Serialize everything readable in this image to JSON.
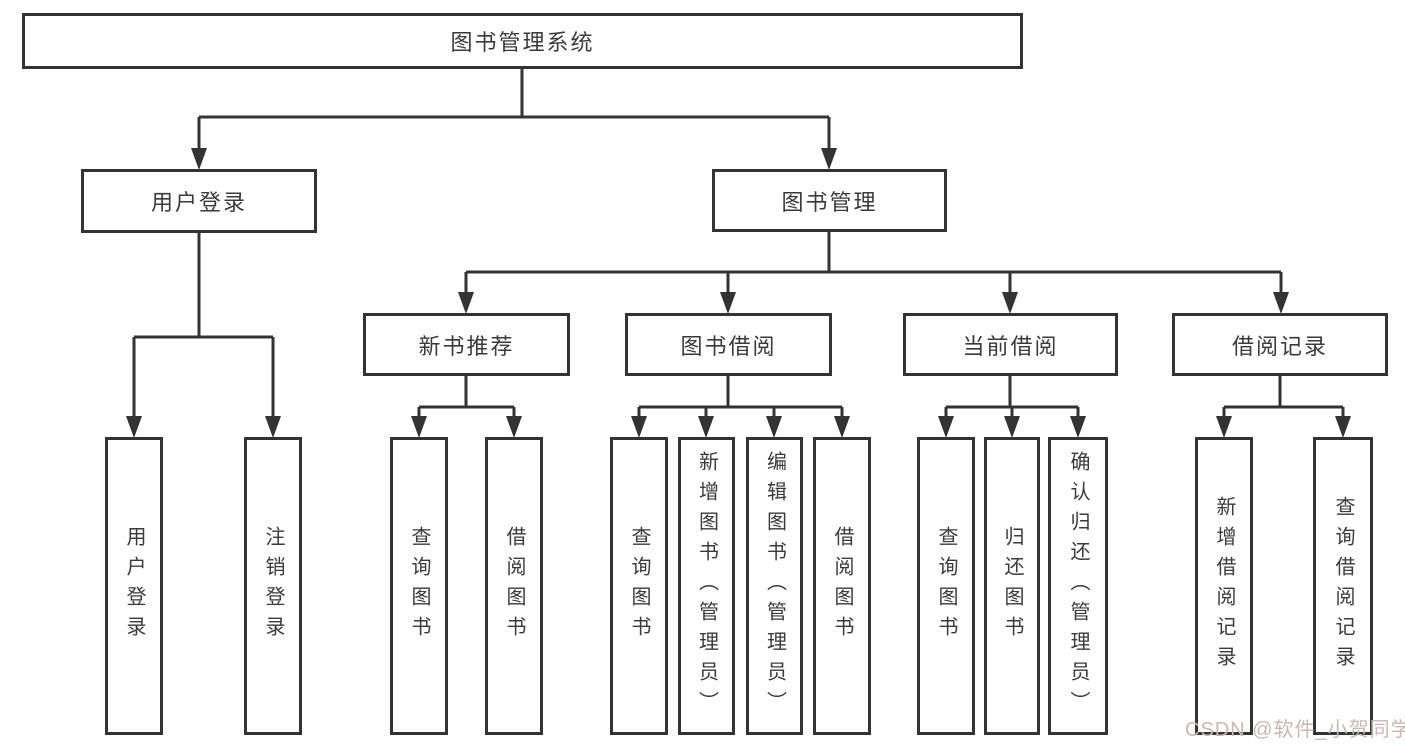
{
  "colors": {
    "line": "#333333",
    "text": "#3a3a3a",
    "watermark": "#c9b7b7",
    "background": "#ffffff"
  },
  "root": {
    "label": "图书管理系统"
  },
  "level2": {
    "user_login": {
      "label": "用户登录"
    },
    "book_management": {
      "label": "图书管理"
    }
  },
  "level3": {
    "new_book_recommend": {
      "label": "新书推荐"
    },
    "book_borrow": {
      "label": "图书借阅"
    },
    "current_borrow": {
      "label": "当前借阅"
    },
    "borrow_records": {
      "label": "借阅记录"
    }
  },
  "leaves": {
    "user_login": {
      "label": "用户登录"
    },
    "logout": {
      "label": "注销登录"
    },
    "rec_query_books": {
      "label": "查询图书"
    },
    "rec_borrow_books": {
      "label": "借阅图书"
    },
    "bb_query_books": {
      "label": "查询图书"
    },
    "bb_add_books": {
      "label": "新增图书（管理员）"
    },
    "bb_edit_books": {
      "label": "编辑图书（管理员）"
    },
    "bb_borrow_books": {
      "label": "借阅图书"
    },
    "cb_query_books": {
      "label": "查询图书"
    },
    "cb_return_books": {
      "label": "归还图书"
    },
    "cb_confirm_return": {
      "label": "确认归还（管理员）"
    },
    "br_add_record": {
      "label": "新增借阅记录"
    },
    "br_query_record": {
      "label": "查询借阅记录"
    }
  },
  "watermark": {
    "label": "CSDN @软件_小贺同学"
  }
}
